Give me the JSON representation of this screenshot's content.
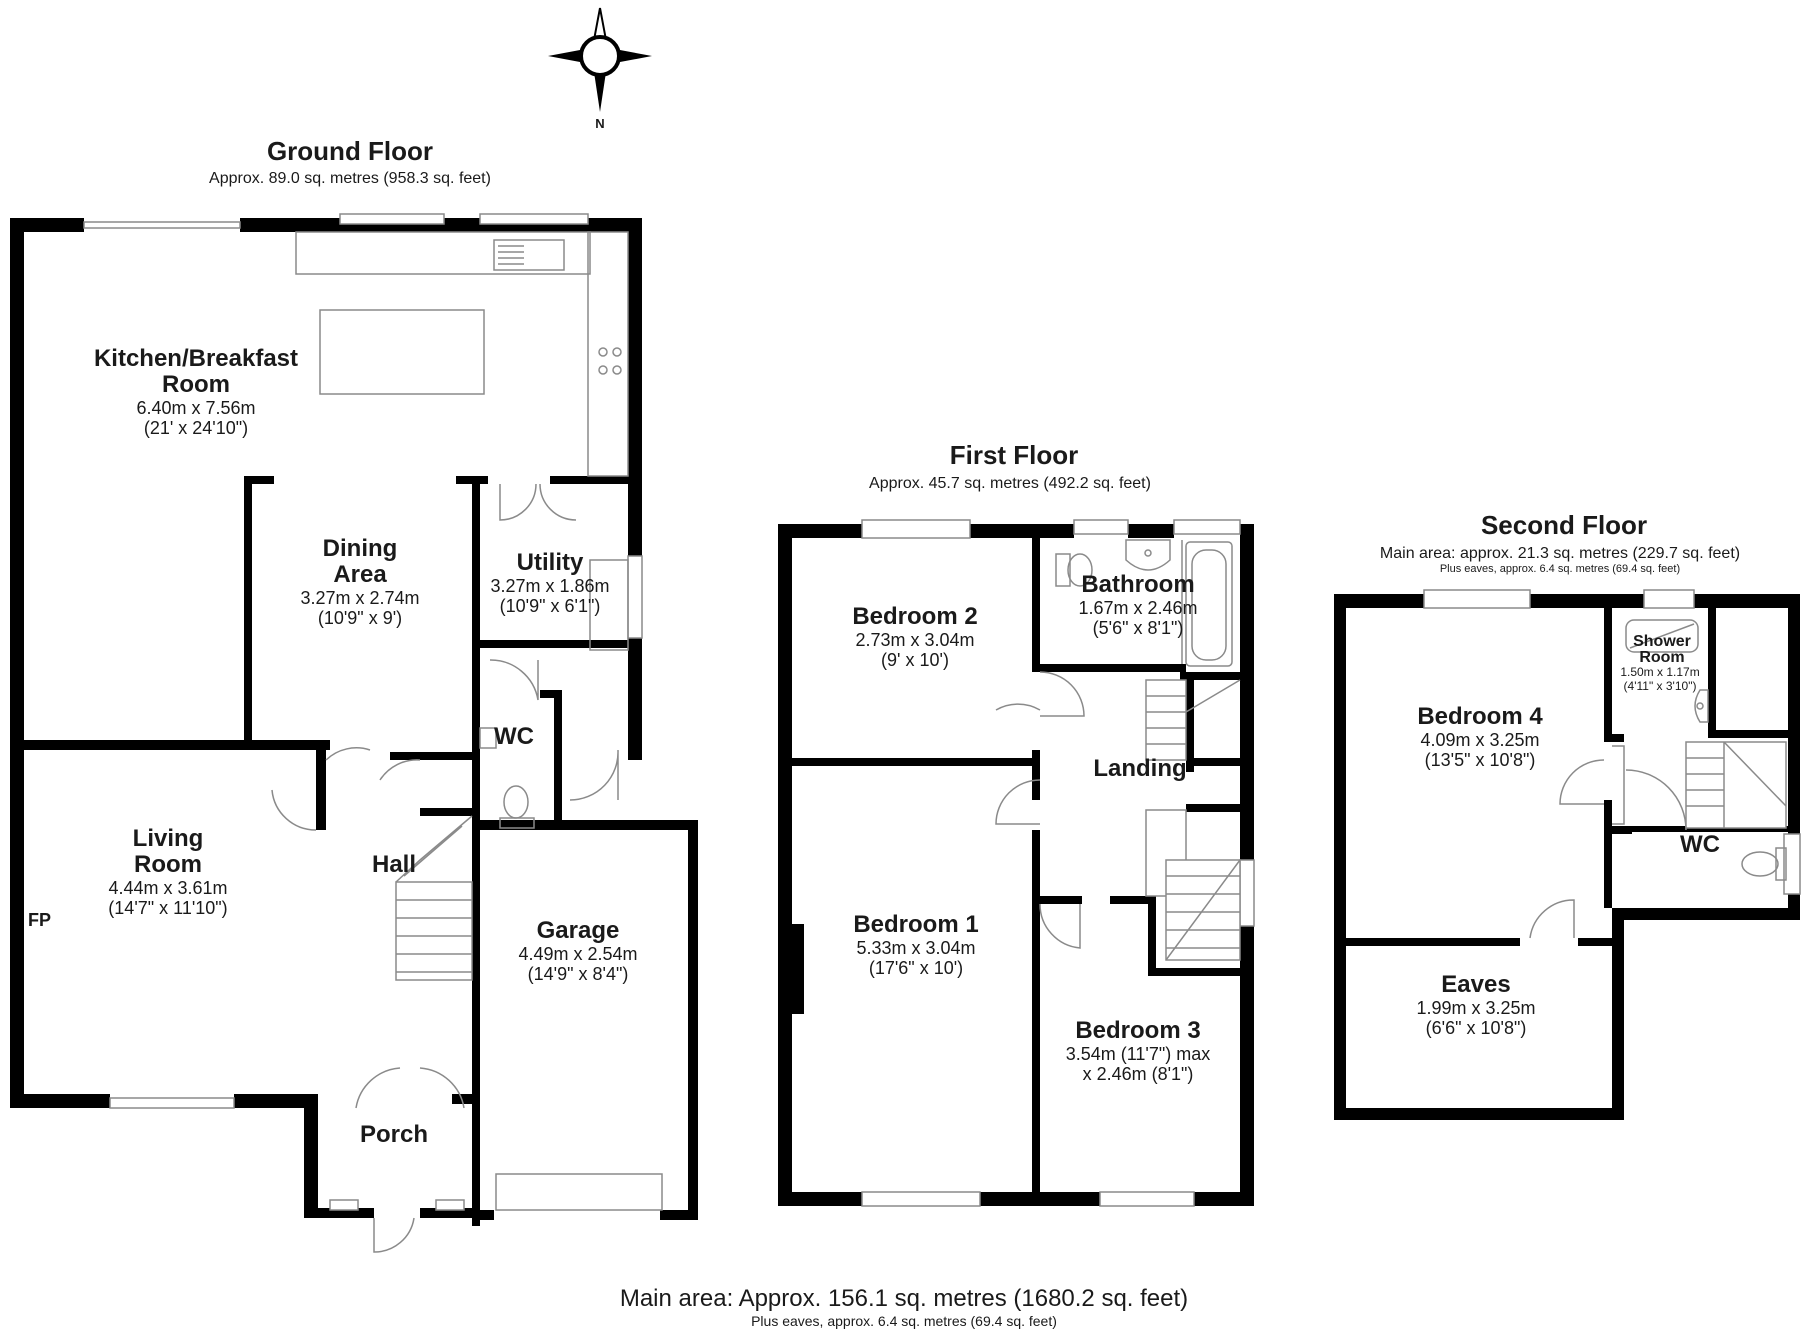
{
  "compass": {
    "label": "N"
  },
  "floors": {
    "ground": {
      "title": "Ground Floor",
      "area": "Approx. 89.0 sq. metres (958.3 sq. feet)",
      "rooms": {
        "kitchen": {
          "name1": "Kitchen/Breakfast",
          "name2": "Room",
          "metric": "6.40m x 7.56m",
          "imperial": "(21' x 24'10\")"
        },
        "dining": {
          "name1": "Dining",
          "name2": "Area",
          "metric": "3.27m x 2.74m",
          "imperial": "(10'9\" x 9')"
        },
        "utility": {
          "name": "Utility",
          "metric": "3.27m x 1.86m",
          "imperial": "(10'9\" x 6'1\")"
        },
        "wc": {
          "name": "WC"
        },
        "living": {
          "name1": "Living",
          "name2": "Room",
          "metric": "4.44m x 3.61m",
          "imperial": "(14'7\" x 11'10\")"
        },
        "fp": {
          "name": "FP"
        },
        "hall": {
          "name": "Hall"
        },
        "garage": {
          "name": "Garage",
          "metric": "4.49m x 2.54m",
          "imperial": "(14'9\" x 8'4\")"
        },
        "porch": {
          "name": "Porch"
        }
      }
    },
    "first": {
      "title": "First Floor",
      "area": "Approx. 45.7 sq. metres (492.2 sq. feet)",
      "rooms": {
        "bedroom2": {
          "name": "Bedroom 2",
          "metric": "2.73m x 3.04m",
          "imperial": "(9' x 10')"
        },
        "bathroom": {
          "name": "Bathroom",
          "metric": "1.67m x 2.46m",
          "imperial": "(5'6\" x 8'1\")"
        },
        "landing": {
          "name": "Landing"
        },
        "bedroom1": {
          "name": "Bedroom 1",
          "metric": "5.33m x 3.04m",
          "imperial": "(17'6\" x 10')"
        },
        "bedroom3": {
          "name": "Bedroom 3",
          "metric": "3.54m (11'7\") max",
          "imperial": "x 2.46m (8'1\")"
        }
      }
    },
    "second": {
      "title": "Second Floor",
      "area": "Main area: approx. 21.3 sq. metres (229.7 sq. feet)",
      "eaves_area": "Plus eaves, approx. 6.4 sq. metres (69.4 sq. feet)",
      "rooms": {
        "bedroom4": {
          "name": "Bedroom 4",
          "metric": "4.09m x 3.25m",
          "imperial": "(13'5\" x 10'8\")"
        },
        "shower": {
          "name1": "Shower",
          "name2": "Room",
          "metric": "1.50m x 1.17m",
          "imperial": "(4'11\" x 3'10\")"
        },
        "wc": {
          "name": "WC"
        },
        "eaves": {
          "name": "Eaves",
          "metric": "1.99m x 3.25m",
          "imperial": "(6'6\" x 10'8\")"
        }
      }
    }
  },
  "totals": {
    "main": "Main area: Approx. 156.1 sq. metres (1680.2 sq. feet)",
    "eaves": "Plus eaves, approx. 6.4 sq. metres (69.4 sq. feet)"
  }
}
